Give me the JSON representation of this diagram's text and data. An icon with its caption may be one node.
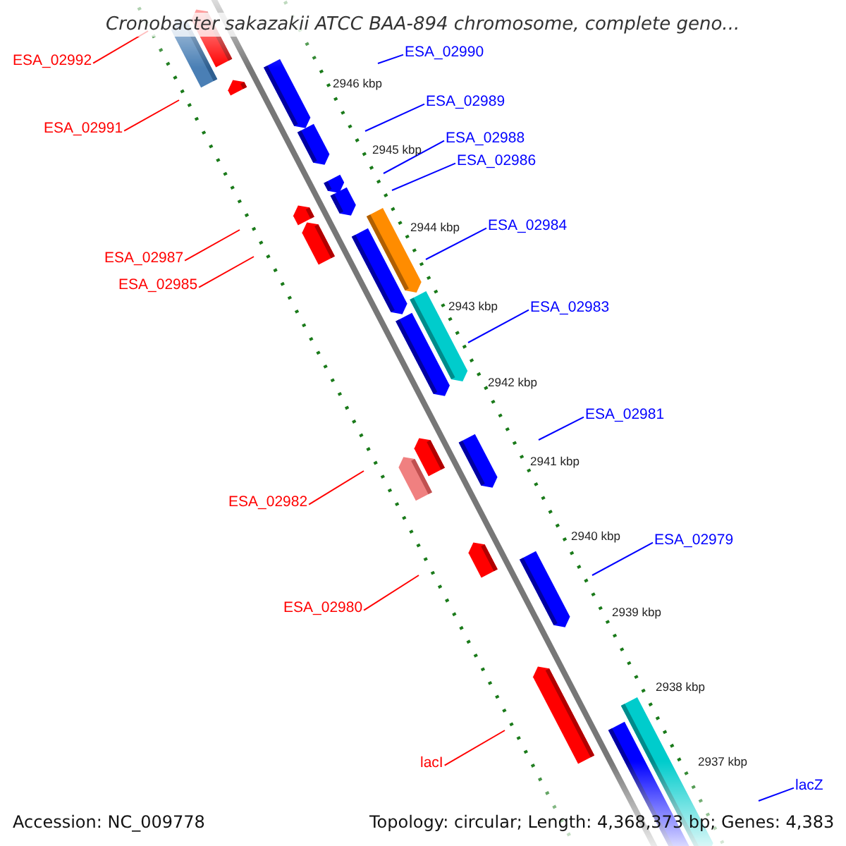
{
  "diagram": {
    "title": "Cronobacter sakazakii ATCC BAA-894 chromosome, complete geno...",
    "nodes": [
      {
        "text": [
          "ESA_02992"
        ]
      },
      {
        "text": [
          "ESA_02991"
        ]
      },
      {
        "text": [
          "ESA_02987"
        ]
      },
      {
        "text": [
          "ESA_02985"
        ]
      },
      {
        "text": [
          "ESA_02982"
        ]
      },
      {
        "text": [
          "ESA_02980"
        ]
      },
      {
        "text": [
          "lacI"
        ]
      },
      {
        "text": [
          "ESA_02990"
        ]
      },
      {
        "text": [
          "ESA_02989"
        ]
      },
      {
        "text": [
          "ESA_02988"
        ]
      },
      {
        "text": [
          "ESA_02986"
        ]
      },
      {
        "text": [
          "ESA_02984"
        ]
      },
      {
        "text": [
          "ESA_02983"
        ]
      },
      {
        "text": [
          "ESA_02981"
        ]
      },
      {
        "text": [
          "ESA_02979"
        ]
      },
      {
        "text": [
          "lacZ"
        ]
      }
    ],
    "edges": [
      {
        "from": 0,
        "to": null,
        "arrow": "none",
        "color": "#ff0000"
      },
      {
        "from": 1,
        "to": null,
        "arrow": "none",
        "color": "#ff0000"
      },
      {
        "from": 2,
        "to": null,
        "arrow": "none",
        "color": "#ff0000"
      },
      {
        "from": 3,
        "to": null,
        "arrow": "none",
        "color": "#ff0000"
      },
      {
        "from": 4,
        "to": null,
        "arrow": "none",
        "color": "#ff0000"
      },
      {
        "from": 5,
        "to": null,
        "arrow": "none",
        "color": "#ff0000"
      },
      {
        "from": 6,
        "to": null,
        "arrow": "none",
        "color": "#ff0000"
      },
      {
        "from": 7,
        "to": null,
        "arrow": "none"
      },
      {
        "from": 8,
        "to": null,
        "arrow": "none"
      },
      {
        "from": 9,
        "to": null,
        "arrow": "none"
      },
      {
        "from": 10,
        "to": null,
        "arrow": "none"
      },
      {
        "from": 11,
        "to": null,
        "arrow": "none"
      },
      {
        "from": 12,
        "to": null,
        "arrow": "none"
      },
      {
        "from": 13,
        "to": null,
        "arrow": "none"
      },
      {
        "from": 14,
        "to": null,
        "arrow": "none"
      },
      {
        "from": 15,
        "to": null,
        "arrow": "none"
      }
    ],
    "labels": [
      "2946 kbp",
      "2945 kbp",
      "2944 kbp",
      "2943 kbp",
      "2942 kbp",
      "2941 kbp",
      "2940 kbp",
      "2939 kbp",
      "2938 kbp",
      "2937 kbp",
      "Accession: NC_009778",
      "Topology: circular; Length: 4,368,373 bp; Genes: 4,383"
    ]
  }
}
